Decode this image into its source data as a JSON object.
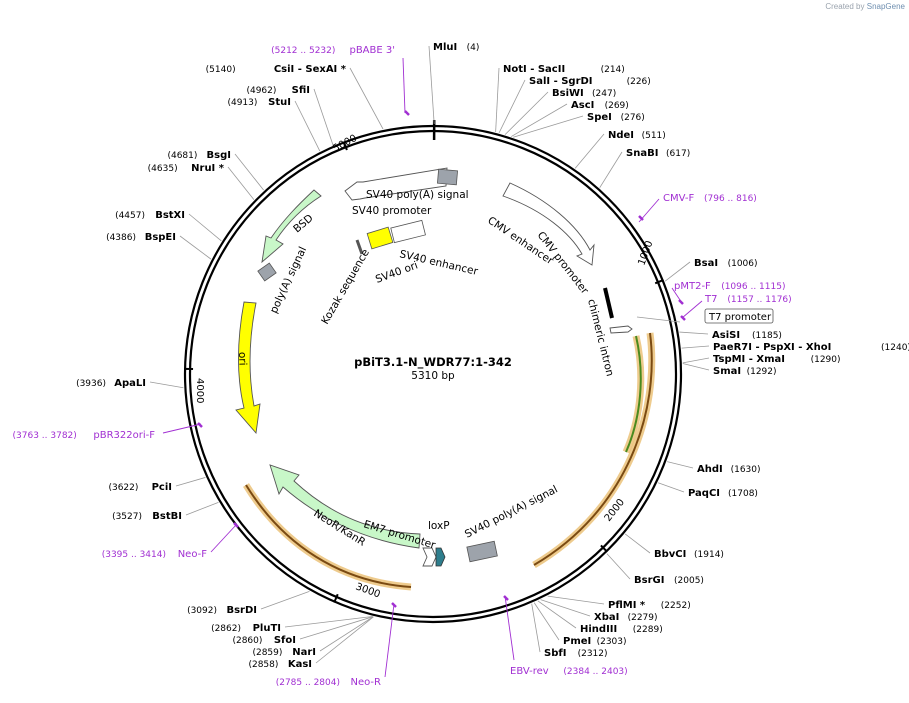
{
  "credit": {
    "prefix": "Created by",
    "brand": "SnapGene"
  },
  "plasmid": {
    "name": "pBiT3.1-N_WDR77:1-342",
    "length_label": "5310 bp",
    "length": 5310
  },
  "ticks": [
    "1000",
    "2000",
    "3000",
    "4000",
    "5000"
  ],
  "colors": {
    "cut_site_label": "#000000",
    "primer": "#a12fd2",
    "backbone": "#000000"
  },
  "sites": [
    {
      "name": "MluI",
      "pos": "(4)",
      "bp": 4
    },
    {
      "name": "NotI",
      "name2": "SacII",
      "pos": "(214)",
      "bp": 214
    },
    {
      "name": "SalI",
      "name2": "SgrDI",
      "pos": "(226)",
      "bp": 226
    },
    {
      "name": "BsiWI",
      "pos": "(247)",
      "bp": 247
    },
    {
      "name": "AscI",
      "pos": "(269)",
      "bp": 269
    },
    {
      "name": "SpeI",
      "pos": "(276)",
      "bp": 276
    },
    {
      "name": "NdeI",
      "pos": "(511)",
      "bp": 511
    },
    {
      "name": "SnaBI",
      "pos": "(617)",
      "bp": 617
    },
    {
      "name": "BsaI",
      "pos": "(1006)",
      "bp": 1006
    },
    {
      "name": "AsiSI",
      "pos": "(1185)",
      "bp": 1185
    },
    {
      "name": "PaeR7I",
      "name2": "PspXI",
      "name3": "XhoI",
      "pos": "(1240)",
      "bp": 1240
    },
    {
      "name": "TspMI",
      "name2": "XmaI",
      "pos": "(1290)",
      "bp": 1290
    },
    {
      "name": "SmaI",
      "pos": "(1292)",
      "bp": 1292
    },
    {
      "name": "AhdI",
      "pos": "(1630)",
      "bp": 1630
    },
    {
      "name": "PaqCI",
      "pos": "(1708)",
      "bp": 1708
    },
    {
      "name": "BbvCI",
      "pos": "(1914)",
      "bp": 1914
    },
    {
      "name": "BsrGI",
      "pos": "(2005)",
      "bp": 2005
    },
    {
      "name": "PflMI *",
      "pos": "(2252)",
      "bp": 2252
    },
    {
      "name": "XbaI",
      "pos": "(2279)",
      "bp": 2279
    },
    {
      "name": "HindIII",
      "pos": "(2289)",
      "bp": 2289
    },
    {
      "name": "PmeI",
      "pos": "(2303)",
      "bp": 2303
    },
    {
      "name": "SbfI",
      "pos": "(2312)",
      "bp": 2312
    },
    {
      "name": "KasI",
      "pos": "(2858)",
      "bp": 2858
    },
    {
      "name": "NarI",
      "pos": "(2859)",
      "bp": 2859
    },
    {
      "name": "SfoI",
      "pos": "(2860)",
      "bp": 2860
    },
    {
      "name": "PluTI",
      "pos": "(2862)",
      "bp": 2862
    },
    {
      "name": "BsrDI",
      "pos": "(3092)",
      "bp": 3092
    },
    {
      "name": "BstBI",
      "pos": "(3527)",
      "bp": 3527
    },
    {
      "name": "PciI",
      "pos": "(3622)",
      "bp": 3622
    },
    {
      "name": "ApaLI",
      "pos": "(3936)",
      "bp": 3936
    },
    {
      "name": "BspEI",
      "pos": "(4386)",
      "bp": 4386
    },
    {
      "name": "BstXI",
      "pos": "(4457)",
      "bp": 4457
    },
    {
      "name": "NruI *",
      "pos": "(4635)",
      "bp": 4635
    },
    {
      "name": "BsgI",
      "pos": "(4681)",
      "bp": 4681
    },
    {
      "name": "StuI",
      "pos": "(4913)",
      "bp": 4913
    },
    {
      "name": "SfiI",
      "pos": "(4962)",
      "bp": 4962
    },
    {
      "name": "CsiI",
      "name2": "SexAI *",
      "pos": "(5140)",
      "bp": 5140
    }
  ],
  "primers": [
    {
      "name": "pBABE 3'",
      "pos": "(5212 .. 5232)"
    },
    {
      "name": "CMV-F",
      "pos": "(796 .. 816)"
    },
    {
      "name": "pMT2-F",
      "pos": "(1096 .. 1115)"
    },
    {
      "name": "T7",
      "pos": "(1157 .. 1176)"
    },
    {
      "name": "EBV-rev",
      "pos": "(2384 .. 2403)"
    },
    {
      "name": "Neo-R",
      "pos": "(2785 .. 2804)"
    },
    {
      "name": "Neo-F",
      "pos": "(3395 .. 3414)"
    },
    {
      "name": "pBR322ori-F",
      "pos": "(3763 .. 3782)"
    }
  ],
  "t7_promoter_label": "T7 promoter",
  "features": {
    "sv40_polya_top": "SV40 poly(A) signal",
    "sv40_promoter_top": "SV40 promoter",
    "cmv_enhancer": "CMV enhancer",
    "cmv_promoter": "CMV promoter",
    "chimeric_intron": "chimeric intron",
    "sv40_enhancer": "SV40 enhancer",
    "sv40_ori": "SV40 ori",
    "kozak": "Kozak sequence",
    "bsd": "BSD",
    "polya_signal": "poly(A) signal",
    "ori": "ori",
    "neo": "NeoR/KanR",
    "em7": "EM7 promoter",
    "loxp": "loxP",
    "sv40_polya_bottom": "SV40 poly(A) signal"
  }
}
